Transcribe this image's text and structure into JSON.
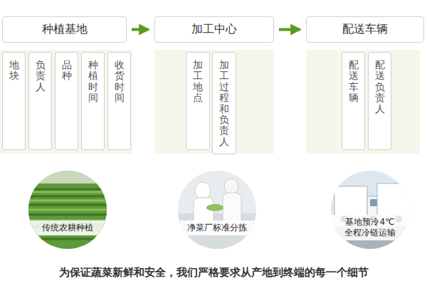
{
  "diagram": {
    "caption": "为保证蔬菜新鲜和安全，我们严格要求从产地到终端的每一个细节",
    "nodes": [
      {
        "text": [
          "种植基地"
        ]
      },
      {
        "text": [
          "地块"
        ]
      },
      {
        "text": [
          "负责人"
        ]
      },
      {
        "text": [
          "品种"
        ]
      },
      {
        "text": [
          "种植时间"
        ]
      },
      {
        "text": [
          "收货时间"
        ]
      },
      {
        "text": [
          "加工中心"
        ]
      },
      {
        "text": [
          "加工地点"
        ]
      },
      {
        "text": [
          "加工过程和负责人"
        ]
      },
      {
        "text": [
          "配送车辆"
        ]
      },
      {
        "text": [
          "配送车辆"
        ]
      },
      {
        "text": [
          "配送负责人"
        ]
      },
      {
        "text": [
          "传统农耕种植"
        ]
      },
      {
        "text": [
          "净菜厂标准分拣"
        ]
      },
      {
        "text": [
          "基地预冷4℃ 全程冷链运输"
        ]
      }
    ],
    "edges": [
      {
        "from": 0,
        "to": 6,
        "arrow": "to"
      },
      {
        "from": 6,
        "to": 9,
        "arrow": "to"
      }
    ]
  }
}
